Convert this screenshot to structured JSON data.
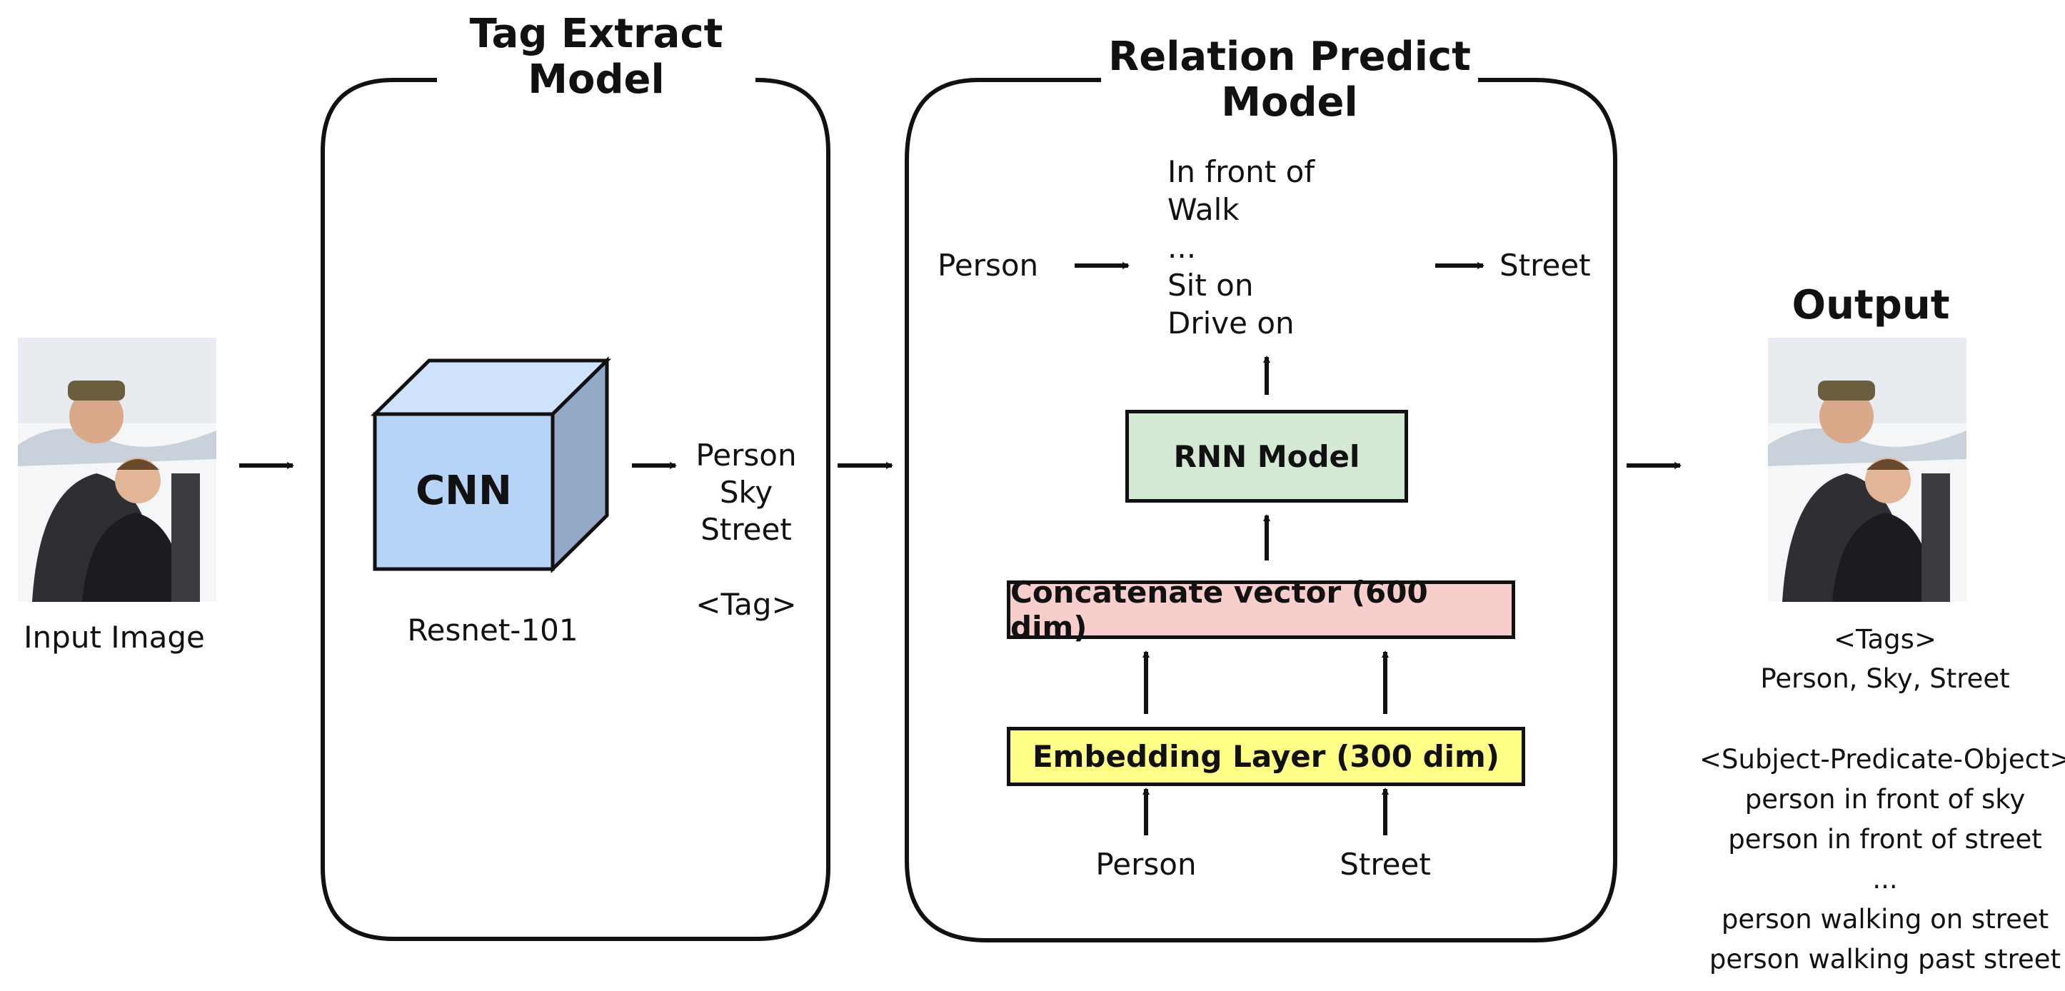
{
  "input": {
    "caption": "Input Image"
  },
  "tag_model": {
    "title_line1": "Tag Extract",
    "title_line2": "Model",
    "cnn_label": "CNN",
    "backbone": "Resnet-101",
    "tags": [
      "Person",
      "Sky",
      "Street"
    ],
    "tag_caption": "<Tag>"
  },
  "relation_model": {
    "title_line1": "Relation Predict",
    "title_line2": "Model",
    "subject": "Person",
    "object": "Street",
    "predicates": [
      "In front of",
      "Walk",
      "...",
      "Sit on",
      "Drive on"
    ],
    "rnn_label": "RNN Model",
    "concat_label": "Concatenate vector (600 dim)",
    "embedding_label": "Embedding Layer (300 dim)",
    "inputs": [
      "Person",
      "Street"
    ]
  },
  "output": {
    "title": "Output",
    "tags_header": "<Tags>",
    "tags_line": "Person, Sky, Street",
    "spo_header": "<Subject-Predicate-Object>",
    "spo_lines": [
      "person in front of sky",
      "person in front of street",
      "...",
      "person walking on street",
      "person walking past street"
    ]
  },
  "colors": {
    "cnn_front": "#b7d3f5",
    "cnn_top": "#cfe2fb",
    "cnn_side": "#93a9c7",
    "rnn_fill": "#d5e8d4",
    "concat_fill": "#f8cecc",
    "embedding_fill": "#ffff88",
    "line": "#111111"
  }
}
